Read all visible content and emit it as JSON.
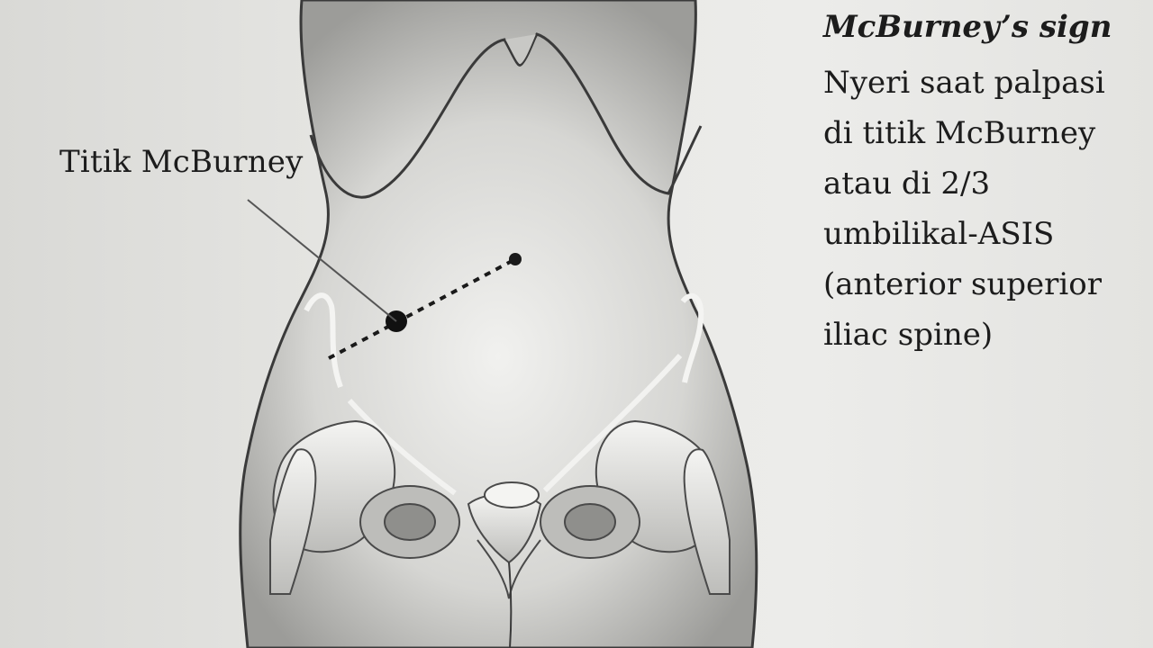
{
  "figure": {
    "point_label": "Titik McBurney",
    "sign_title": "McBurney’s sign",
    "sign_description_lines": [
      "Nyeri saat palpasi",
      "di titik McBurney",
      "atau di 2/3",
      "umbilikal-ASIS",
      "(anterior superior",
      "iliac spine)"
    ]
  }
}
